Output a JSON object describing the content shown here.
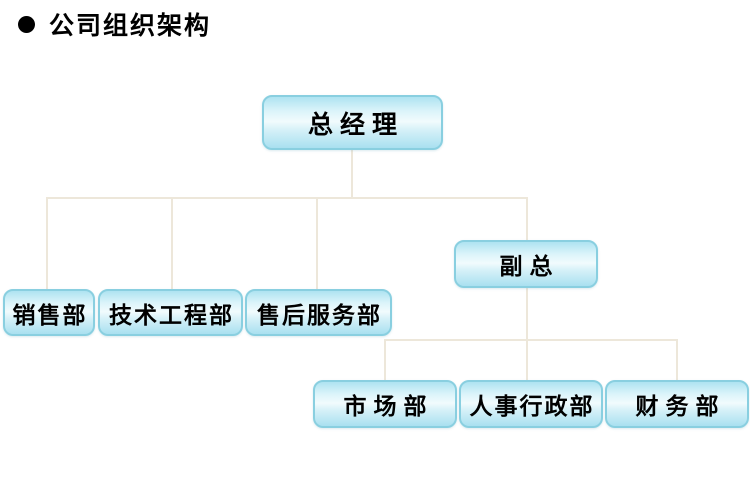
{
  "title": {
    "bullet_icon": "circle-bullet-icon",
    "text": "公司组织架构"
  },
  "org_chart": {
    "type": "org-chart",
    "nodes": {
      "general_manager": {
        "label": "总经理"
      },
      "sales": {
        "label": "销售部"
      },
      "tech_engineering": {
        "label": "技术工程部"
      },
      "after_sales": {
        "label": "售后服务部"
      },
      "deputy_gm": {
        "label": "副总"
      },
      "marketing": {
        "label": "市场部"
      },
      "hr_admin": {
        "label": "人事行政部"
      },
      "finance": {
        "label": "财务部"
      }
    },
    "hierarchy": [
      {
        "parent": "总经理",
        "children": [
          "销售部",
          "技术工程部",
          "售后服务部",
          "副总"
        ]
      },
      {
        "parent": "副总",
        "children": [
          "市场部",
          "人事行政部",
          "财务部"
        ]
      }
    ]
  },
  "colors": {
    "background": "#ffffff",
    "text": "#000000",
    "node_border": "#89cfe0",
    "node_fill_top": "#aee3f1",
    "node_fill_middle": "#f1fbfd",
    "node_fill_bottom": "#a9e0f0",
    "connector_line": "#ede7da"
  }
}
